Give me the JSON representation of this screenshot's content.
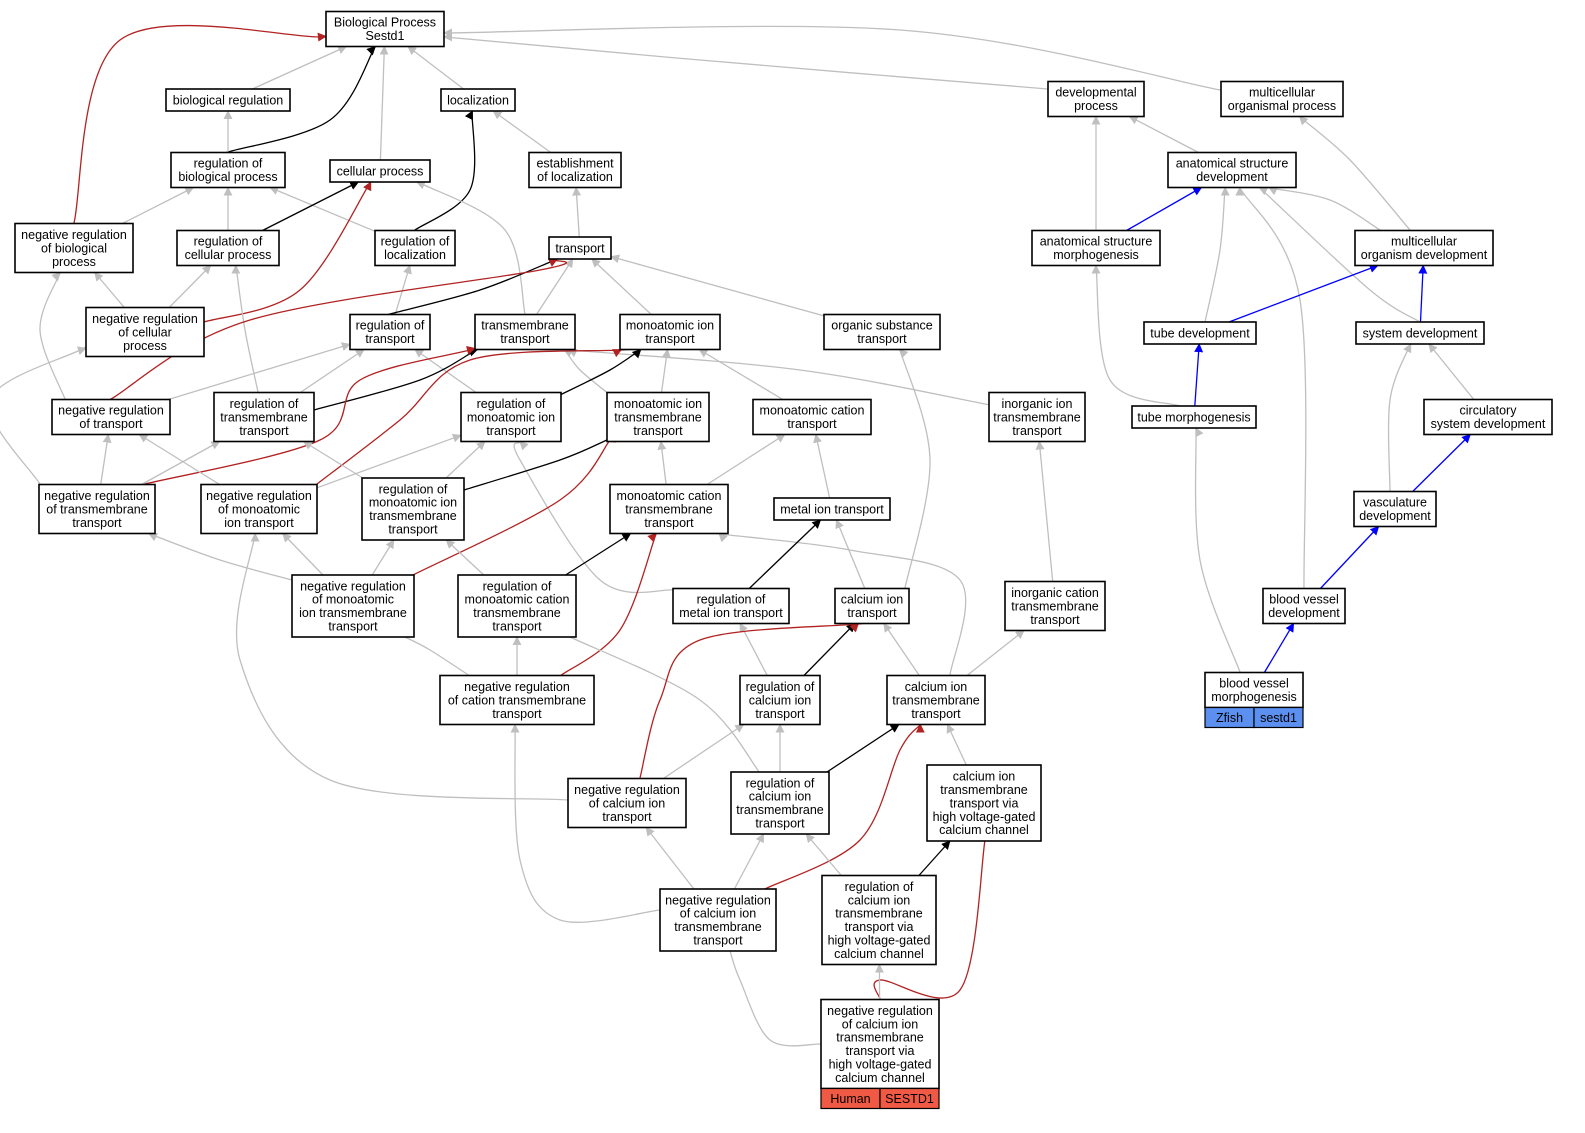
{
  "colors": {
    "is_a": "#bfbfbf",
    "part_of": "#000000",
    "negatively_regulates": "#b22222",
    "positively_path": "#0000ff",
    "human": "#f05a45",
    "zfish": "#5b8ff0"
  },
  "nodes": [
    {
      "id": "root",
      "lines": [
        "Biological Process",
        "Sestd1"
      ]
    },
    {
      "id": "bioreg",
      "lines": [
        "biological regulation"
      ]
    },
    {
      "id": "loc",
      "lines": [
        "localization"
      ]
    },
    {
      "id": "devproc",
      "lines": [
        "developmental",
        "process"
      ]
    },
    {
      "id": "multiproc",
      "lines": [
        "multicellular",
        "organismal process"
      ]
    },
    {
      "id": "regbio",
      "lines": [
        "regulation of",
        "biological process"
      ]
    },
    {
      "id": "cellproc",
      "lines": [
        "cellular process"
      ]
    },
    {
      "id": "estloc",
      "lines": [
        "establishment",
        "of localization"
      ]
    },
    {
      "id": "anatdev",
      "lines": [
        "anatomical structure",
        "development"
      ]
    },
    {
      "id": "negbio",
      "lines": [
        "negative regulation",
        "of biological",
        "process"
      ]
    },
    {
      "id": "regcell",
      "lines": [
        "regulation of",
        "cellular process"
      ]
    },
    {
      "id": "regloc",
      "lines": [
        "regulation of",
        "localization"
      ]
    },
    {
      "id": "transport",
      "lines": [
        "transport"
      ]
    },
    {
      "id": "anatmorph",
      "lines": [
        "anatomical structure",
        "morphogenesis"
      ]
    },
    {
      "id": "multidev",
      "lines": [
        "multicellular",
        "organism development"
      ]
    },
    {
      "id": "negcell",
      "lines": [
        "negative regulation",
        "of cellular",
        "process"
      ]
    },
    {
      "id": "regtrans",
      "lines": [
        "regulation of",
        "transport"
      ]
    },
    {
      "id": "tmtrans",
      "lines": [
        "transmembrane",
        "transport"
      ]
    },
    {
      "id": "monotrans",
      "lines": [
        "monoatomic ion",
        "transport"
      ]
    },
    {
      "id": "orgsub",
      "lines": [
        "organic substance",
        "transport"
      ]
    },
    {
      "id": "tubedev",
      "lines": [
        "tube development"
      ]
    },
    {
      "id": "sysdev",
      "lines": [
        "system development"
      ]
    },
    {
      "id": "negtrans",
      "lines": [
        "negative regulation",
        "of transport"
      ]
    },
    {
      "id": "regtmtrans",
      "lines": [
        "regulation of",
        "transmembrane",
        "transport"
      ]
    },
    {
      "id": "regmono",
      "lines": [
        "regulation of",
        "monoatomic ion",
        "transport"
      ]
    },
    {
      "id": "monotm",
      "lines": [
        "monoatomic ion",
        "transmembrane",
        "transport"
      ]
    },
    {
      "id": "monocat",
      "lines": [
        "monoatomic cation",
        "transport"
      ]
    },
    {
      "id": "inorgtm",
      "lines": [
        "inorganic ion",
        "transmembrane",
        "transport"
      ]
    },
    {
      "id": "tubemorph",
      "lines": [
        "tube morphogenesis"
      ]
    },
    {
      "id": "circdev",
      "lines": [
        "circulatory",
        "system development"
      ]
    },
    {
      "id": "negtmtrans",
      "lines": [
        "negative regulation",
        "of transmembrane",
        "transport"
      ]
    },
    {
      "id": "negmono",
      "lines": [
        "negative regulation",
        "of monoatomic",
        "ion transport"
      ]
    },
    {
      "id": "regmonotm",
      "lines": [
        "regulation of",
        "monoatomic ion",
        "transmembrane",
        "transport"
      ]
    },
    {
      "id": "monocattm",
      "lines": [
        "monoatomic cation",
        "transmembrane",
        "transport"
      ]
    },
    {
      "id": "metaltrans",
      "lines": [
        "metal ion transport"
      ]
    },
    {
      "id": "vascdev",
      "lines": [
        "vasculature",
        "development"
      ]
    },
    {
      "id": "negmonotm",
      "lines": [
        "negative regulation",
        "of monoatomic",
        "ion transmembrane",
        "transport"
      ]
    },
    {
      "id": "regmonocattm",
      "lines": [
        "regulation of",
        "monoatomic cation",
        "transmembrane",
        "transport"
      ]
    },
    {
      "id": "regmetal",
      "lines": [
        "regulation of",
        "metal ion transport"
      ]
    },
    {
      "id": "catrans",
      "lines": [
        "calcium ion",
        "transport"
      ]
    },
    {
      "id": "inorgcattm",
      "lines": [
        "inorganic cation",
        "transmembrane",
        "transport"
      ]
    },
    {
      "id": "bvdev",
      "lines": [
        "blood vessel",
        "development"
      ]
    },
    {
      "id": "negcattm",
      "lines": [
        "negative regulation",
        "of cation transmembrane",
        "transport"
      ]
    },
    {
      "id": "regca",
      "lines": [
        "regulation of",
        "calcium ion",
        "transport"
      ]
    },
    {
      "id": "catm",
      "lines": [
        "calcium ion",
        "transmembrane",
        "transport"
      ]
    },
    {
      "id": "bvmorph",
      "lines": [
        "blood vessel",
        "morphogenesis"
      ],
      "tags": [
        "Zfish",
        "sestd1"
      ]
    },
    {
      "id": "negca",
      "lines": [
        "negative regulation",
        "of calcium ion",
        "transport"
      ]
    },
    {
      "id": "regcatm",
      "lines": [
        "regulation of",
        "calcium ion",
        "transmembrane",
        "transport"
      ]
    },
    {
      "id": "catmhv",
      "lines": [
        "calcium ion",
        "transmembrane",
        "transport via",
        "high voltage-gated",
        "calcium channel"
      ]
    },
    {
      "id": "negcatm",
      "lines": [
        "negative regulation",
        "of calcium ion",
        "transmembrane",
        "transport"
      ]
    },
    {
      "id": "regcatmhv",
      "lines": [
        "regulation of",
        "calcium ion",
        "transmembrane",
        "transport via",
        "high voltage-gated",
        "calcium channel"
      ]
    },
    {
      "id": "negcatmhv",
      "lines": [
        "negative regulation",
        "of calcium ion",
        "transmembrane",
        "transport via",
        "high voltage-gated",
        "calcium channel"
      ],
      "tags": [
        "Human",
        "SESTD1"
      ]
    }
  ],
  "edges": [
    {
      "from": "bioreg",
      "to": "root",
      "type": "is_a"
    },
    {
      "from": "loc",
      "to": "root",
      "type": "is_a"
    },
    {
      "from": "devproc",
      "to": "root",
      "type": "is_a"
    },
    {
      "from": "multiproc",
      "to": "root",
      "type": "is_a"
    },
    {
      "from": "cellproc",
      "to": "root",
      "type": "is_a"
    },
    {
      "from": "regbio",
      "to": "root",
      "type": "part_of"
    },
    {
      "from": "negbio",
      "to": "root",
      "type": "negatively_regulates"
    },
    {
      "from": "regbio",
      "to": "bioreg",
      "type": "is_a"
    },
    {
      "from": "estloc",
      "to": "loc",
      "type": "is_a"
    },
    {
      "from": "regloc",
      "to": "loc",
      "type": "part_of"
    },
    {
      "from": "anatdev",
      "to": "devproc",
      "type": "is_a"
    },
    {
      "from": "anatmorph",
      "to": "devproc",
      "type": "is_a"
    },
    {
      "from": "multidev",
      "to": "multiproc",
      "type": "is_a"
    },
    {
      "from": "negbio",
      "to": "regbio",
      "type": "is_a"
    },
    {
      "from": "regcell",
      "to": "regbio",
      "type": "is_a"
    },
    {
      "from": "regloc",
      "to": "regbio",
      "type": "is_a"
    },
    {
      "from": "regcell",
      "to": "cellproc",
      "type": "part_of"
    },
    {
      "from": "negcell",
      "to": "cellproc",
      "type": "negatively_regulates"
    },
    {
      "from": "tmtrans",
      "to": "cellproc",
      "type": "is_a"
    },
    {
      "from": "transport",
      "to": "estloc",
      "type": "is_a"
    },
    {
      "from": "multidev",
      "to": "anatdev",
      "type": "is_a"
    },
    {
      "from": "anatmorph",
      "to": "anatdev",
      "type": "positively_path"
    },
    {
      "from": "tubedev",
      "to": "anatdev",
      "type": "is_a"
    },
    {
      "from": "sysdev",
      "to": "anatdev",
      "type": "is_a"
    },
    {
      "from": "bvdev",
      "to": "anatdev",
      "type": "is_a"
    },
    {
      "from": "negcell",
      "to": "negbio",
      "type": "is_a"
    },
    {
      "from": "negtrans",
      "to": "negbio",
      "type": "is_a"
    },
    {
      "from": "negcell",
      "to": "regcell",
      "type": "is_a"
    },
    {
      "from": "regtmtrans",
      "to": "regcell",
      "type": "is_a"
    },
    {
      "from": "regtrans",
      "to": "regloc",
      "type": "is_a"
    },
    {
      "from": "tmtrans",
      "to": "transport",
      "type": "is_a"
    },
    {
      "from": "monotrans",
      "to": "transport",
      "type": "is_a"
    },
    {
      "from": "orgsub",
      "to": "transport",
      "type": "is_a"
    },
    {
      "from": "regtrans",
      "to": "transport",
      "type": "part_of"
    },
    {
      "from": "negtrans",
      "to": "transport",
      "type": "negatively_regulates"
    },
    {
      "from": "tubemorph",
      "to": "anatmorph",
      "type": "is_a"
    },
    {
      "from": "tubedev",
      "to": "multidev",
      "type": "positively_path"
    },
    {
      "from": "sysdev",
      "to": "multidev",
      "type": "positively_path"
    },
    {
      "from": "negtmtrans",
      "to": "negcell",
      "type": "is_a"
    },
    {
      "from": "negtrans",
      "to": "regtrans",
      "type": "is_a"
    },
    {
      "from": "regtmtrans",
      "to": "regtrans",
      "type": "is_a"
    },
    {
      "from": "regmono",
      "to": "regtrans",
      "type": "is_a"
    },
    {
      "from": "regtmtrans",
      "to": "tmtrans",
      "type": "part_of"
    },
    {
      "from": "negtmtrans",
      "to": "tmtrans",
      "type": "negatively_regulates"
    },
    {
      "from": "monotm",
      "to": "tmtrans",
      "type": "is_a"
    },
    {
      "from": "inorgtm",
      "to": "tmtrans",
      "type": "is_a"
    },
    {
      "from": "monotm",
      "to": "monotrans",
      "type": "is_a"
    },
    {
      "from": "monocat",
      "to": "monotrans",
      "type": "is_a"
    },
    {
      "from": "regmono",
      "to": "monotrans",
      "type": "part_of"
    },
    {
      "from": "negmono",
      "to": "monotrans",
      "type": "negatively_regulates"
    },
    {
      "from": "catrans",
      "to": "orgsub",
      "type": "is_a"
    },
    {
      "from": "tubemorph",
      "to": "tubedev",
      "type": "positively_path"
    },
    {
      "from": "circdev",
      "to": "sysdev",
      "type": "is_a"
    },
    {
      "from": "vascdev",
      "to": "sysdev",
      "type": "is_a"
    },
    {
      "from": "negtmtrans",
      "to": "negtrans",
      "type": "is_a"
    },
    {
      "from": "negmono",
      "to": "negtrans",
      "type": "is_a"
    },
    {
      "from": "negtmtrans",
      "to": "regtmtrans",
      "type": "is_a"
    },
    {
      "from": "regmonotm",
      "to": "regtmtrans",
      "type": "is_a"
    },
    {
      "from": "negmono",
      "to": "regmono",
      "type": "is_a"
    },
    {
      "from": "regmonotm",
      "to": "regmono",
      "type": "is_a"
    },
    {
      "from": "regmetal",
      "to": "regmono",
      "type": "is_a"
    },
    {
      "from": "monocattm",
      "to": "monotm",
      "type": "is_a"
    },
    {
      "from": "regmonotm",
      "to": "monotm",
      "type": "part_of"
    },
    {
      "from": "negmonotm",
      "to": "monotm",
      "type": "negatively_regulates"
    },
    {
      "from": "monocattm",
      "to": "monocat",
      "type": "is_a"
    },
    {
      "from": "metaltrans",
      "to": "monocat",
      "type": "is_a"
    },
    {
      "from": "inorgcattm",
      "to": "inorgtm",
      "type": "is_a"
    },
    {
      "from": "bvmorph",
      "to": "tubemorph",
      "type": "is_a"
    },
    {
      "from": "vascdev",
      "to": "circdev",
      "type": "positively_path"
    },
    {
      "from": "negmonotm",
      "to": "negtmtrans",
      "type": "is_a"
    },
    {
      "from": "negmonotm",
      "to": "negmono",
      "type": "is_a"
    },
    {
      "from": "negca",
      "to": "negmono",
      "type": "is_a"
    },
    {
      "from": "negmonotm",
      "to": "regmonotm",
      "type": "is_a"
    },
    {
      "from": "regmonocattm",
      "to": "regmonotm",
      "type": "is_a"
    },
    {
      "from": "regmonocattm",
      "to": "monocattm",
      "type": "part_of"
    },
    {
      "from": "negcattm",
      "to": "monocattm",
      "type": "negatively_regulates"
    },
    {
      "from": "catm",
      "to": "monocattm",
      "type": "is_a"
    },
    {
      "from": "catrans",
      "to": "metaltrans",
      "type": "is_a"
    },
    {
      "from": "regmetal",
      "to": "metaltrans",
      "type": "part_of"
    },
    {
      "from": "bvdev",
      "to": "vascdev",
      "type": "positively_path"
    },
    {
      "from": "negcattm",
      "to": "negmonotm",
      "type": "is_a"
    },
    {
      "from": "negcattm",
      "to": "regmonocattm",
      "type": "is_a"
    },
    {
      "from": "regcatm",
      "to": "regmonocattm",
      "type": "is_a"
    },
    {
      "from": "regca",
      "to": "regmetal",
      "type": "is_a"
    },
    {
      "from": "catm",
      "to": "catrans",
      "type": "is_a"
    },
    {
      "from": "regca",
      "to": "catrans",
      "type": "part_of"
    },
    {
      "from": "negca",
      "to": "catrans",
      "type": "negatively_regulates"
    },
    {
      "from": "catm",
      "to": "inorgcattm",
      "type": "is_a"
    },
    {
      "from": "bvmorph",
      "to": "bvdev",
      "type": "positively_path"
    },
    {
      "from": "negcatm",
      "to": "negcattm",
      "type": "is_a"
    },
    {
      "from": "negca",
      "to": "regca",
      "type": "is_a"
    },
    {
      "from": "regcatm",
      "to": "regca",
      "type": "is_a"
    },
    {
      "from": "regcatm",
      "to": "catm",
      "type": "part_of"
    },
    {
      "from": "negcatm",
      "to": "catm",
      "type": "negatively_regulates"
    },
    {
      "from": "catmhv",
      "to": "catm",
      "type": "is_a"
    },
    {
      "from": "negcatm",
      "to": "negca",
      "type": "is_a"
    },
    {
      "from": "negcatm",
      "to": "regcatm",
      "type": "is_a"
    },
    {
      "from": "regcatmhv",
      "to": "regcatm",
      "type": "is_a"
    },
    {
      "from": "regcatmhv",
      "to": "catmhv",
      "type": "part_of"
    },
    {
      "from": "negcatmhv",
      "to": "catmhv",
      "type": "negatively_regulates"
    },
    {
      "from": "negcatmhv",
      "to": "negcatm",
      "type": "is_a"
    },
    {
      "from": "negcatmhv",
      "to": "regcatmhv",
      "type": "is_a"
    }
  ]
}
